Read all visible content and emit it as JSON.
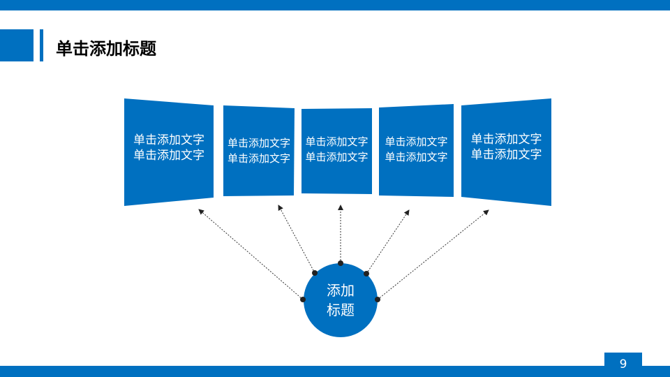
{
  "header": {
    "title": "单击添加标题"
  },
  "panels": [
    {
      "line1": "单击添加文字",
      "line2": "单击添加文字"
    },
    {
      "line1": "单击添加文字",
      "line2": "单击添加文字"
    },
    {
      "line1": "单击添加文字",
      "line2": "单击添加文字"
    },
    {
      "line1": "单击添加文字",
      "line2": "单击添加文字"
    },
    {
      "line1": "单击添加文字",
      "line2": "单击添加文字"
    }
  ],
  "center": {
    "line1": "添加",
    "line2": "标题"
  },
  "footer": {
    "page_number": "9"
  },
  "colors": {
    "accent": "#0070c0"
  }
}
